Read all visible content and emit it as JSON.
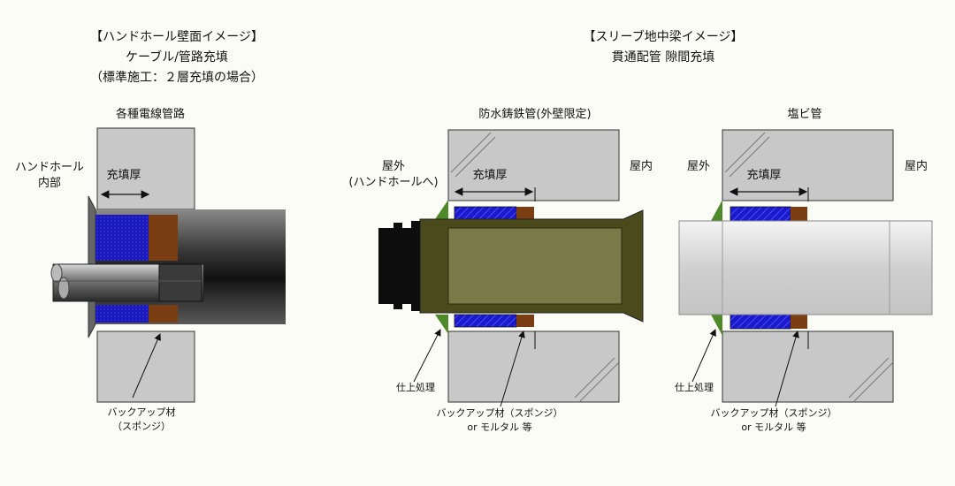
{
  "left_title": {
    "line1": "【ハンドホール壁面イメージ】",
    "line2": "ケーブル/管路充填",
    "line3": "（標準施工：２層充填の場合）"
  },
  "right_title": {
    "line1": "【スリーブ地中梁イメージ】",
    "line2": "貫通配管 隙間充填"
  },
  "left_panel": {
    "pipe_label": "各種電線管路",
    "handhole_inner_line1": "ハンドホール",
    "handhole_inner_line2": "内部",
    "thickness_label": "充填厚",
    "backup_line1": "バックアップ材",
    "backup_line2": "（スポンジ）"
  },
  "middle_panel": {
    "pipe_label": "防水鋳鉄管(外壁限定)",
    "outside_line1": "屋外",
    "outside_line2": "(ハンドホールへ)",
    "inside_label": "屋内",
    "thickness_label": "充填厚",
    "finish_label": "仕上処理",
    "backup_line1": "バックアップ材（スポンジ）",
    "backup_line2": "or モルタル 等"
  },
  "right_panel": {
    "pipe_label": "塩ビ管",
    "outside_label": "屋外",
    "inside_label": "屋内",
    "thickness_label": "充填厚",
    "finish_label": "仕上処理",
    "backup_line1": "バックアップ材（スポンジ）",
    "backup_line2": "or モルタル 等"
  },
  "colors": {
    "wall": "#c8c8c8",
    "filler_blue": "#1a1acc",
    "backup_brown": "#7a3e12",
    "finish_green": "#4f8a2a",
    "cast_iron_olive": "#4a4a1c",
    "pvc_gray": "#d9d9d9"
  }
}
